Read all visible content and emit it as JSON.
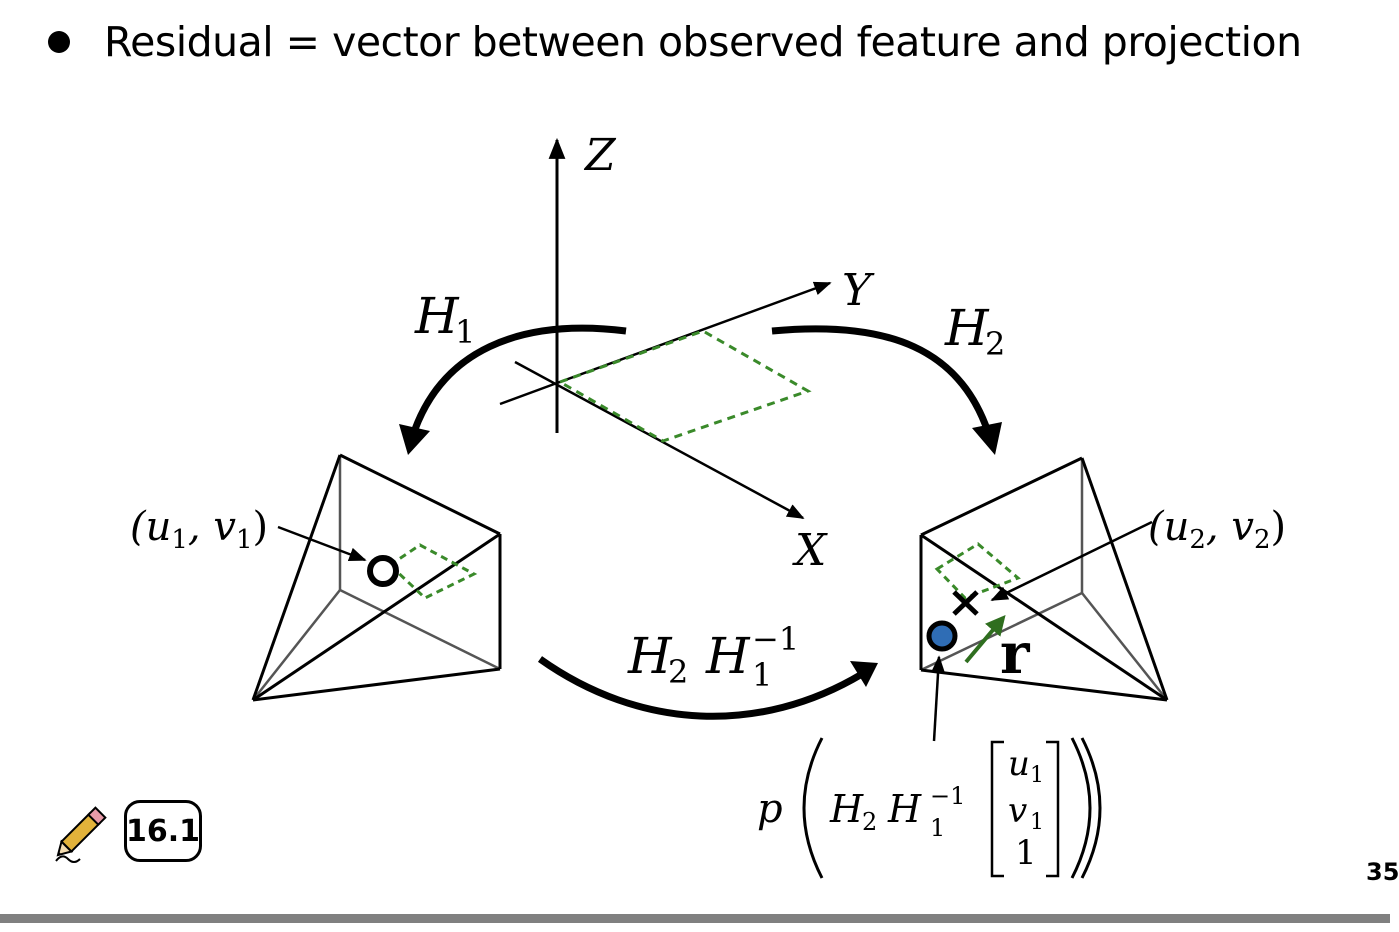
{
  "slide": {
    "bullet": "Residual = vector between observed feature and projection",
    "badge": "16.1",
    "page_number": "35"
  },
  "labels": {
    "z_axis": "Z",
    "y_axis": "Y",
    "x_axis": "X",
    "h1": "H",
    "h1_sub": "1",
    "h2": "H",
    "h2_sub": "2",
    "uv1_open": "(u",
    "uv1_sub_u": "1",
    "uv1_mid": ", v",
    "uv1_sub_v": "1",
    "uv1_close": ")",
    "uv2_open": "(u",
    "uv2_sub_u": "2",
    "uv2_mid": ", v",
    "uv2_sub_v": "2",
    "uv2_close": ")",
    "transfer_h2": "H",
    "transfer_h2_sub": "2",
    "transfer_h1": "H",
    "transfer_h1_sup": "−1",
    "transfer_h1_sub": "1",
    "residual": "r",
    "proj_p": "p",
    "proj_h2": "H",
    "proj_h2_sub": "2",
    "proj_h1": "H",
    "proj_h1_sup": "−1",
    "proj_h1_sub": "1",
    "vec_u": "u",
    "vec_u_sub": "1",
    "vec_v": "v",
    "vec_v_sub": "1",
    "vec_one": "1"
  },
  "colors": {
    "dashed_green": "#3a8a2a",
    "residual_green": "#2f6e1f",
    "projection_blue": "#2f6db5",
    "bottom_bar": "#808080"
  },
  "icons": {
    "pencil": "pencil-icon"
  }
}
